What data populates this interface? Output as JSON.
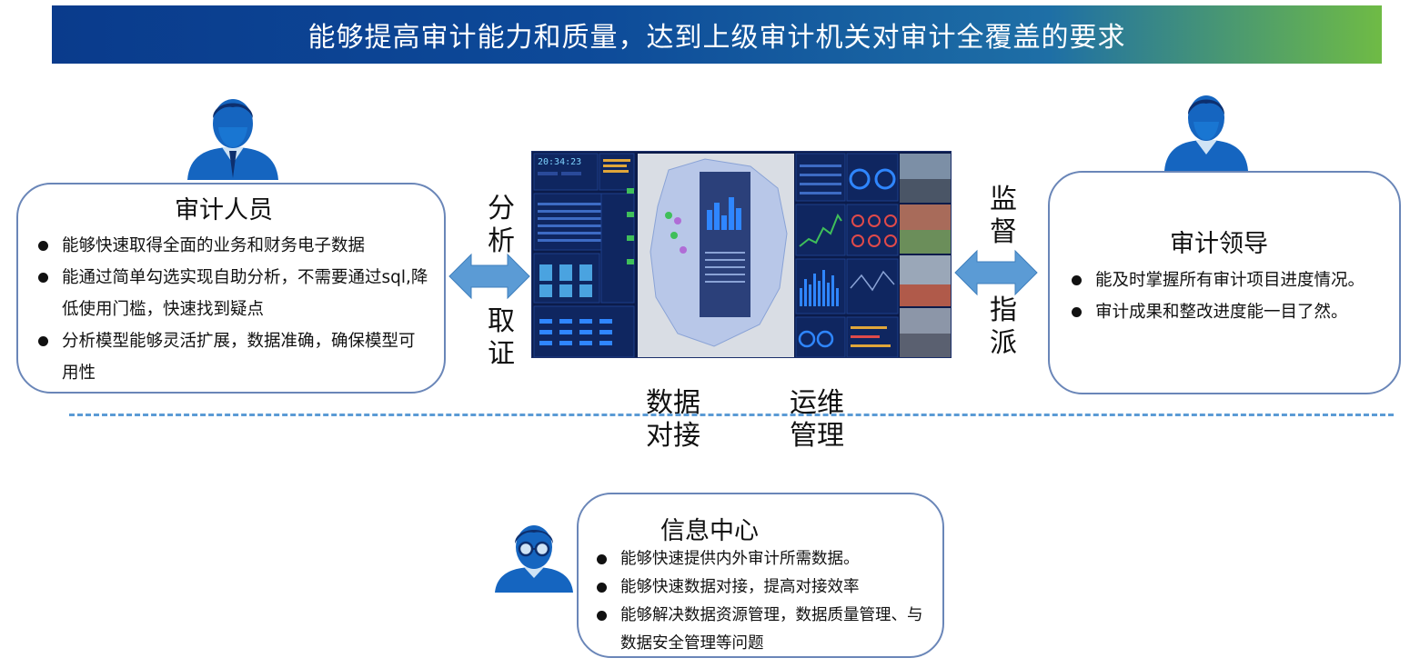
{
  "banner": {
    "title": "能够提高审计能力和质量，达到上级审计机关对审计全覆盖的要求"
  },
  "auditor": {
    "title": "审计人员",
    "bullets": [
      "能够快速取得全面的业务和财务电子数据",
      "能通过简单勾选实现自助分析，不需要通过sql,降低使用门槛，快速找到疑点",
      "分析模型能够灵活扩展，数据准确，确保模型可用性"
    ]
  },
  "leader": {
    "title": "审计领导",
    "bullets": [
      "能及时掌握所有审计项目进度情况。",
      "审计成果和整改进度能一目了然。"
    ]
  },
  "info_center": {
    "title": "信息中心",
    "bullets": [
      "能够快速提供内外审计所需数据。",
      "能够快速数据对接，提高对接效率",
      "能够解决数据资源管理，数据质量管理、与数据安全管理等问题"
    ]
  },
  "labels": {
    "analysis_1": "分",
    "analysis_2": "析",
    "evidence_1": "取",
    "evidence_2": "证",
    "supervise_1": "监",
    "supervise_2": "督",
    "assign_1": "指",
    "assign_2": "派",
    "data_dock_1": "数据",
    "data_dock_2": "对接",
    "ops_1": "运维",
    "ops_2": "管理"
  },
  "dashboard": {
    "clock": "20:34:23"
  },
  "colors": {
    "banner_start": "#0a3b8c",
    "banner_end": "#6fbb45",
    "card_border": "#6a86b8",
    "arrow_fill": "#5b9bd5",
    "person_blue": "#1565c0",
    "person_dark": "#0d2f6e",
    "dashed": "#5b9bd5"
  }
}
